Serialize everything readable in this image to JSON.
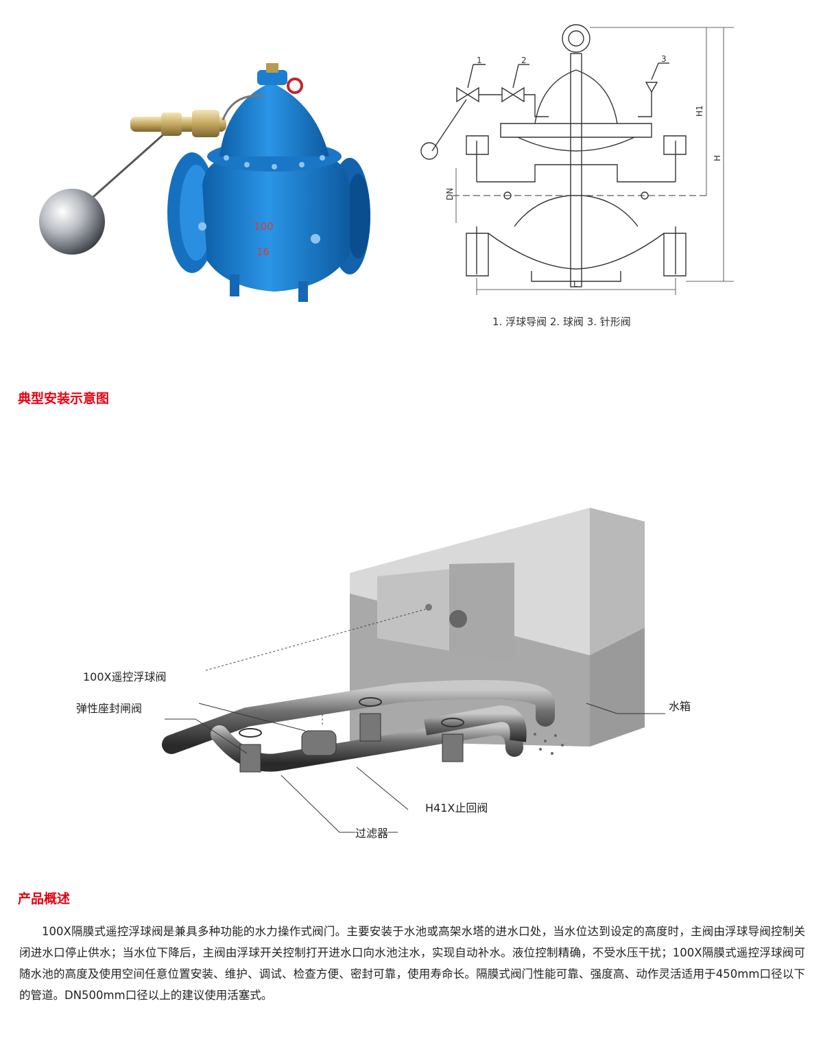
{
  "product_photo": {
    "marking_top": "100",
    "marking_bottom": "16"
  },
  "diagram": {
    "callout_1": "1",
    "callout_2": "2",
    "callout_3": "3",
    "dim_h1": "H1",
    "dim_h": "H",
    "dim_dn": "DN",
    "dim_l": "L",
    "caption": "1. 浮球导阀  2. 球阀  3. 针形阀"
  },
  "installation": {
    "title": "典型安装示意图",
    "labels": {
      "float_valve": "100X遥控浮球阀",
      "gate_valve": "弹性座封闸阀",
      "water_tank": "水箱",
      "check_valve": "H41X止回阀",
      "filter": "过滤器"
    }
  },
  "overview": {
    "title": "产品概述",
    "text": "100X隔膜式遥控浮球阀是兼具多种功能的水力操作式阀门。主要安装于水池或高架水塔的进水口处，当水位达到设定的高度时，主阀由浮球导阀控制关闭进水口停止供水；当水位下降后，主阀由浮球开关控制打开进水口向水池注水，实现自动补水。液位控制精确，不受水压干扰；100X隔膜式遥控浮球阀可随水池的高度及使用空间任意位置安装、维护、调试、检查方便、密封可靠，使用寿命长。隔膜式阀门性能可靠、强度高、动作灵活适用于450mm口径以下的管道。DN500mm口径以上的建议使用活塞式。"
  },
  "colors": {
    "accent_red": "#e60012",
    "valve_blue": "#1a7fd0"
  }
}
